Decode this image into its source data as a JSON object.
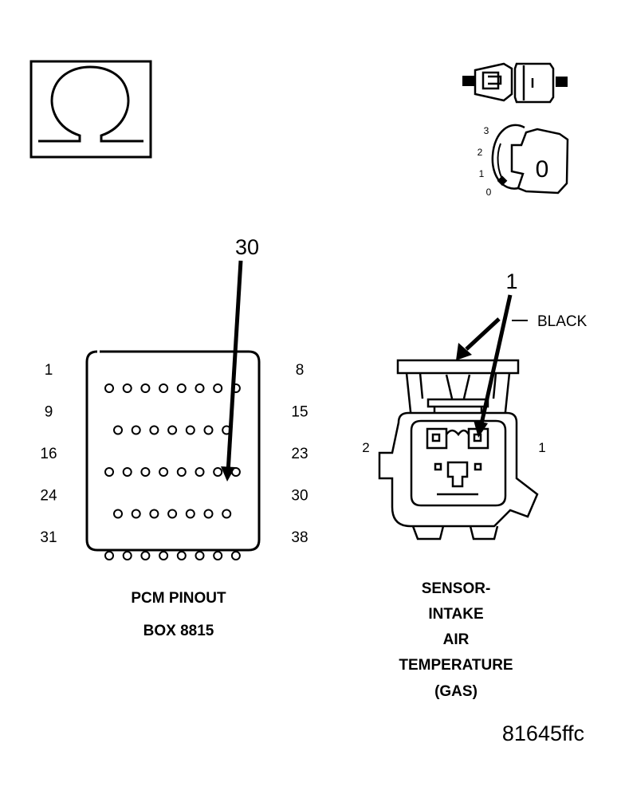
{
  "pinout": {
    "left_numbers": [
      "1",
      "9",
      "16",
      "24",
      "31"
    ],
    "right_numbers": [
      "8",
      "15",
      "23",
      "30",
      "38"
    ],
    "rows": [
      {
        "count": 8
      },
      {
        "count": 7
      },
      {
        "count": 8
      },
      {
        "count": 7
      },
      {
        "count": 8
      }
    ],
    "callout_pin": "30",
    "caption_line1": "PCM PINOUT",
    "caption_line2": "BOX 8815"
  },
  "sensor": {
    "callout_pin": "1",
    "wire_color_label": "BLACK",
    "side_label_left": "2",
    "side_label_right": "1",
    "caption_lines": [
      "SENSOR-",
      "INTAKE",
      "AIR",
      "TEMPERATURE",
      "(GAS)"
    ]
  },
  "ignition": {
    "positions": [
      "3",
      "2",
      "1",
      "0"
    ],
    "key_label": "0"
  },
  "figure_id": "81645ffc"
}
